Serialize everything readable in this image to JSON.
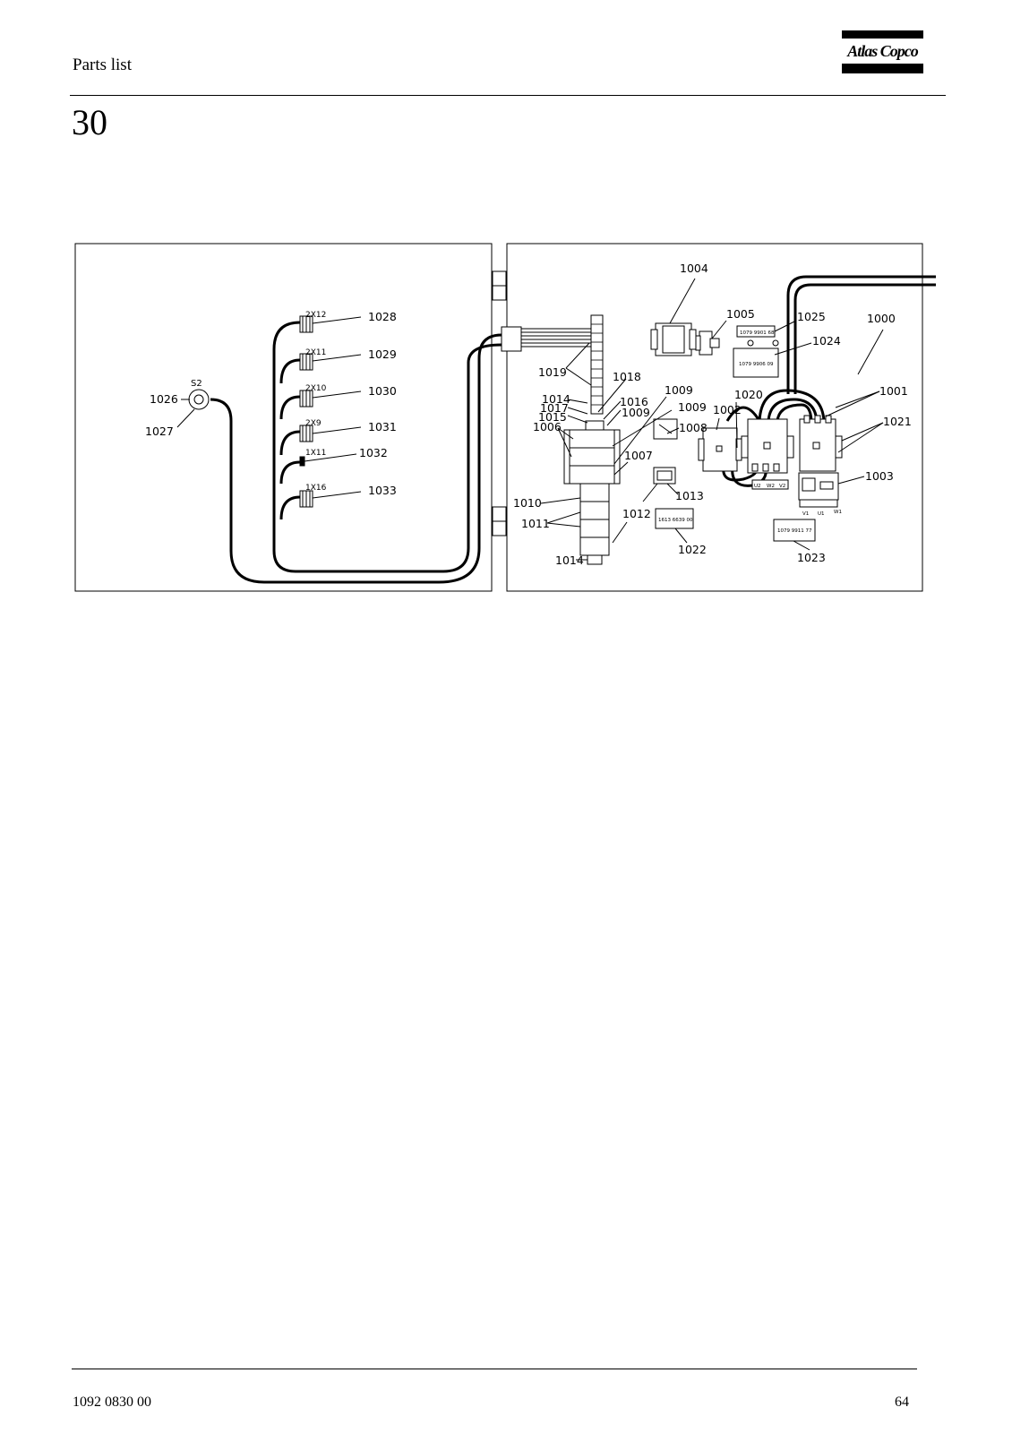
{
  "header": {
    "title": "Parts list",
    "section_number": "30"
  },
  "logo": {
    "text": "Atlas Copco"
  },
  "footer": {
    "doc_number": "1092 0830 00",
    "page_number": "64"
  },
  "diagram": {
    "callouts": {
      "c1000": "1000",
      "c1001": "1001",
      "c1002": "1002",
      "c1003": "1003",
      "c1004": "1004",
      "c1005": "1005",
      "c1006": "1006",
      "c1007": "1007",
      "c1008": "1008",
      "c1009a": "1009",
      "c1009b": "1009",
      "c1009c": "1009",
      "c1010": "1010",
      "c1011": "1011",
      "c1012": "1012",
      "c1013": "1013",
      "c1014a": "1014",
      "c1014b": "1014",
      "c1015": "1015",
      "c1016": "1016",
      "c1017": "1017",
      "c1018": "1018",
      "c1019": "1019",
      "c1020": "1020",
      "c1021": "1021",
      "c1022": "1022",
      "c1023": "1023",
      "c1024": "1024",
      "c1025": "1025",
      "c1026": "1026",
      "c1027": "1027",
      "c1028": "1028",
      "c1029": "1029",
      "c1030": "1030",
      "c1031": "1031",
      "c1032": "1032",
      "c1033": "1033"
    },
    "connectors": {
      "x2x12": "2X12",
      "x2x11": "2X11",
      "x2x10": "2X10",
      "x2x9": "2X9",
      "x1x11": "1X11",
      "x1x16": "1X16",
      "s2": "S2"
    },
    "plates": {
      "p1": "1079 9901 68",
      "p2": "1079 9906 09",
      "p3": "1613 6639 00",
      "p4": "1079 9911 77"
    },
    "terminals": {
      "v1": "V1",
      "u1": "U1",
      "w1": "W1",
      "u2": "U2",
      "w2": "W2",
      "v2": "V2"
    }
  }
}
